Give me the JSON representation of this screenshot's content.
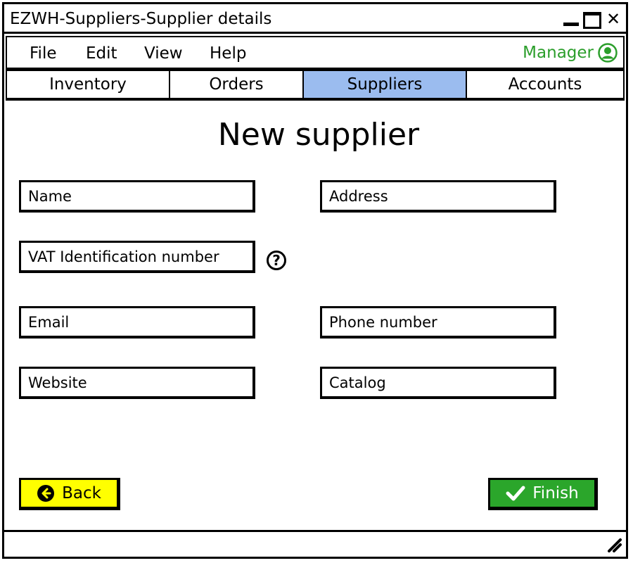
{
  "window": {
    "title": "EZWH-Suppliers-Supplier details"
  },
  "menu": {
    "items": [
      "File",
      "Edit",
      "View",
      "Help"
    ],
    "user_label": "Manager"
  },
  "tabs": [
    {
      "label": "Inventory",
      "active": false
    },
    {
      "label": "Orders",
      "active": false
    },
    {
      "label": "Suppliers",
      "active": true
    },
    {
      "label": "Accounts",
      "active": false
    }
  ],
  "form": {
    "heading": "New supplier",
    "fields": {
      "name": {
        "placeholder": "Name",
        "value": ""
      },
      "address": {
        "placeholder": "Address",
        "value": ""
      },
      "vat": {
        "placeholder": "VAT Identification number",
        "value": ""
      },
      "email": {
        "placeholder": "Email",
        "value": ""
      },
      "phone": {
        "placeholder": "Phone number",
        "value": ""
      },
      "website": {
        "placeholder": "Website",
        "value": ""
      },
      "catalog": {
        "placeholder": "Catalog",
        "value": ""
      }
    },
    "help_symbol": "?"
  },
  "buttons": {
    "back": "Back",
    "finish": "Finish"
  },
  "colors": {
    "active_tab": "#9bbcef",
    "back_button": "#ffff00",
    "finish_button": "#2ba62b",
    "user_label": "#2b9e2b"
  },
  "icons": {
    "user": "user-circle-icon",
    "back": "arrow-left-circle-icon",
    "finish": "checkmark-icon",
    "help": "question-circle-icon",
    "resize": "resize-grip-icon"
  }
}
